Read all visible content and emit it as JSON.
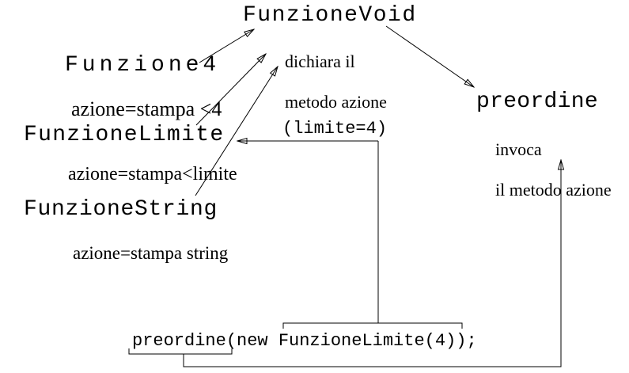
{
  "diagram": {
    "colors": {
      "background": "#ffffff",
      "ink": "#000000"
    },
    "nodes": {
      "funzioneVoid": {
        "title": "FunzioneVoid",
        "note1": "dichiara il",
        "note2": "metodo azione"
      },
      "funzione4": {
        "title": "Funzione4",
        "note1": "azione=stampa <4"
      },
      "funzioneLimite": {
        "title": "FunzioneLimite",
        "note1": "azione=stampa<limite"
      },
      "funzioneString": {
        "title": "FunzioneString",
        "note1": "azione=stampa string"
      },
      "preordine": {
        "title": "preordine",
        "note1": "invoca",
        "note2": "il metodo azione"
      }
    },
    "annotations": {
      "limiteParam": "(limite=4)",
      "code": "preordine(new FunzioneLimite(4));"
    }
  }
}
